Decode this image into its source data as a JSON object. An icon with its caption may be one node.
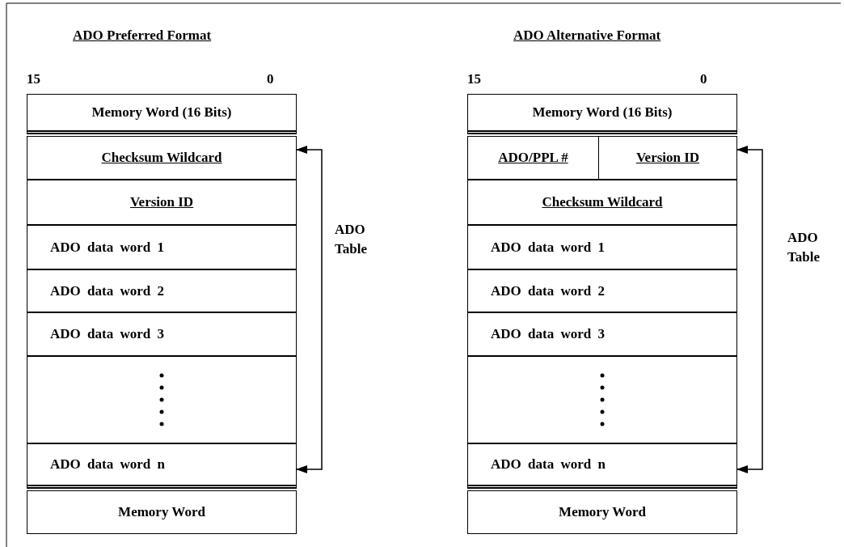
{
  "diagram": {
    "nodes": [
      {
        "text": [
          "Memory Word (16 Bits)"
        ]
      },
      {
        "text": [
          "Checksum Wildcard"
        ]
      },
      {
        "text": [
          "Version ID"
        ]
      },
      {
        "text": [
          "ADO data word 1"
        ]
      },
      {
        "text": [
          "ADO data word 2"
        ]
      },
      {
        "text": [
          "ADO data word 3"
        ]
      },
      {
        "text": [],
        "shape": "box"
      },
      {
        "text": [
          "ADO data word n"
        ]
      },
      {
        "text": [
          "Memory Word"
        ]
      },
      {
        "text": [
          "Memory Word (16 Bits)"
        ]
      },
      {
        "text": [
          "ADO/PPL #"
        ]
      },
      {
        "text": [
          "Version ID"
        ]
      },
      {
        "text": [
          "Checksum Wildcard"
        ]
      },
      {
        "text": [
          "ADO data word 1"
        ]
      },
      {
        "text": [
          "ADO data word 2"
        ]
      },
      {
        "text": [
          "ADO data word 3"
        ]
      },
      {
        "text": [],
        "shape": "box"
      },
      {
        "text": [
          "ADO data word n"
        ]
      },
      {
        "text": [
          "Memory Word"
        ]
      }
    ],
    "edges": [
      {
        "from": 1,
        "to": 7,
        "arrow": "both",
        "label": "ADO Table"
      },
      {
        "from": 11,
        "to": 17,
        "arrow": "both",
        "label": "ADO Table"
      }
    ],
    "labels": [
      "ADO Preferred Format",
      "ADO Alternative Format",
      "15",
      "0",
      "15",
      "0"
    ]
  }
}
